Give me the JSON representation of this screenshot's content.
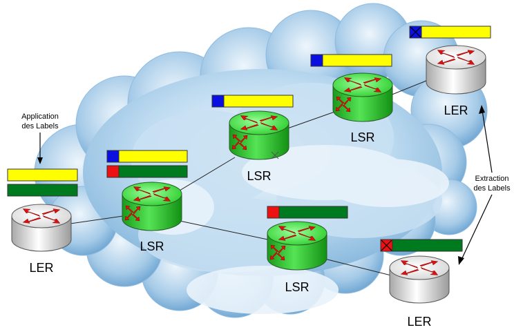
{
  "colors": {
    "cloud_light": "#e6f2fb",
    "cloud_mid": "#a9cfe9",
    "cloud_dark": "#6fa7d2",
    "label_yellow": "#ffff00",
    "label_green": "#007a1e",
    "label_blue": "#0a10e0",
    "label_red": "#ee1111",
    "router_green": "#30d030",
    "router_white": "#f2f2f2",
    "arrow_red": "#dd1111"
  },
  "annotations": {
    "apply_line1": "Application",
    "apply_line2": "des Labels",
    "extract_line1": "Extraction",
    "extract_line2": "des Labels"
  },
  "nodes": {
    "ler_left": "LER",
    "lsr_center": "LSR",
    "lsr_mid_top": "LSR",
    "lsr_upper": "LSR",
    "ler_top_right": "LER",
    "lsr_lower": "LSR",
    "ler_bottom_right": "LER"
  },
  "icons": {
    "edge_router": "edge-router-icon",
    "core_router": "core-router-icon",
    "label_stack": "label-stack-icon"
  }
}
